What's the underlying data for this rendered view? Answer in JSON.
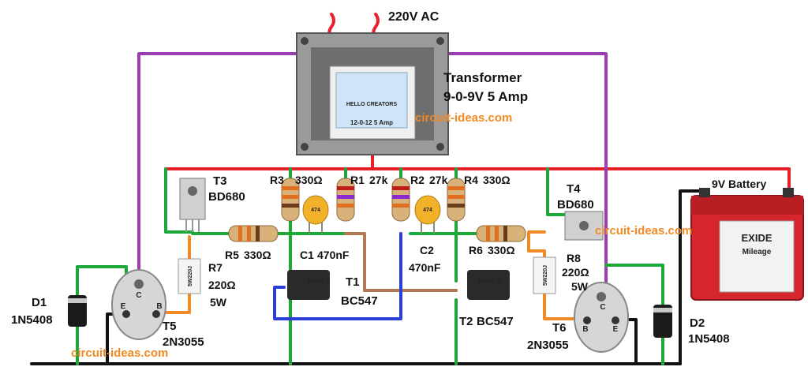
{
  "supply": {
    "label": "220V AC"
  },
  "transformer": {
    "title": "Transformer",
    "rating": "9-0-9V 5 Amp",
    "sticker_brand": "HELLO CREATORS",
    "sticker_note": "12-0-12 5 Amp"
  },
  "watermark": "circuit-ideas.com",
  "battery": {
    "label": "9V Battery",
    "brand": "EXIDE",
    "model": "Mileage"
  },
  "components": {
    "t3": {
      "name": "T3",
      "part": "BD680"
    },
    "t4": {
      "name": "T4",
      "part": "BD680"
    },
    "r3": {
      "name": "R3",
      "value": "330Ω"
    },
    "r1": {
      "name": "R1",
      "value": "27k"
    },
    "r2": {
      "name": "R2",
      "value": "27k"
    },
    "r4": {
      "name": "R4",
      "value": "330Ω"
    },
    "r5": {
      "name": "R5",
      "value": "330Ω"
    },
    "r6": {
      "name": "R6",
      "value": "330Ω"
    },
    "r7": {
      "name": "R7",
      "value": "220Ω",
      "power": "5W",
      "marking": "5W220J"
    },
    "r8": {
      "name": "R8",
      "value": "220Ω",
      "power": "5W",
      "marking": "5W220J"
    },
    "c1": {
      "name": "C1",
      "value": "470nF",
      "marking": "474"
    },
    "c2": {
      "name": "C2",
      "value": "470nF",
      "marking": "474"
    },
    "t1": {
      "name": "T1",
      "part": "BC547",
      "marking": "BC547 C"
    },
    "t2": {
      "name": "T2",
      "part": "BC547",
      "marking": "BC547 C"
    },
    "t5": {
      "name": "T5",
      "part": "2N3055",
      "pin_c": "C",
      "pin_e": "E",
      "pin_b": "B"
    },
    "t6": {
      "name": "T6",
      "part": "2N3055",
      "pin_c": "C",
      "pin_e": "E",
      "pin_b": "B"
    },
    "d1": {
      "name": "D1",
      "part": "1N5408"
    },
    "d2": {
      "name": "D2",
      "part": "1N5408"
    }
  },
  "colors": {
    "positive_rail": "#e8202a",
    "ground_rail": "#111111",
    "green_link": "#1fa83a",
    "purple_secondary": "#9b3fb0",
    "orange_drive": "#f08a24",
    "brown_cross": "#b07a56",
    "blue_cross": "#2b3fd6"
  }
}
